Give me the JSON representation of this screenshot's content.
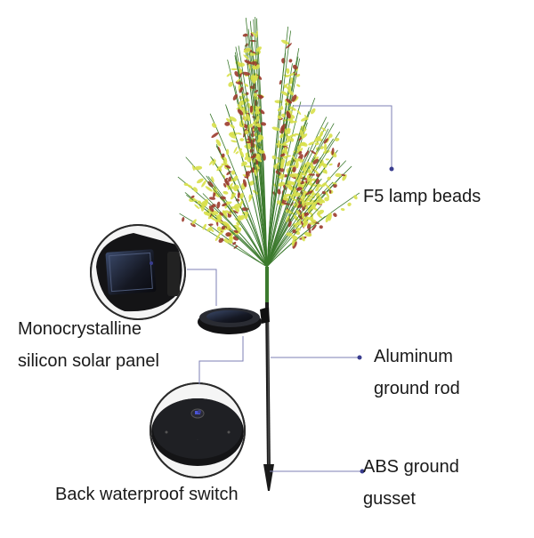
{
  "labels": {
    "lamp_beads": "F5 lamp beads",
    "solar_panel": [
      "Monocrystalline",
      "silicon solar panel"
    ],
    "ground_rod": [
      "Aluminum",
      "ground rod"
    ],
    "gusset": [
      "ABS ground",
      "gusset"
    ],
    "switch": "Back waterproof switch"
  },
  "colors": {
    "leader_line": "#7c7fb4",
    "dot": "#3a3d8f",
    "foliage_yellow": "#d8e04a",
    "foliage_red": "#9b3b2c",
    "stem": "#3c7a2e",
    "rod": "#1c1c1c",
    "panel": "#1e1e22"
  }
}
